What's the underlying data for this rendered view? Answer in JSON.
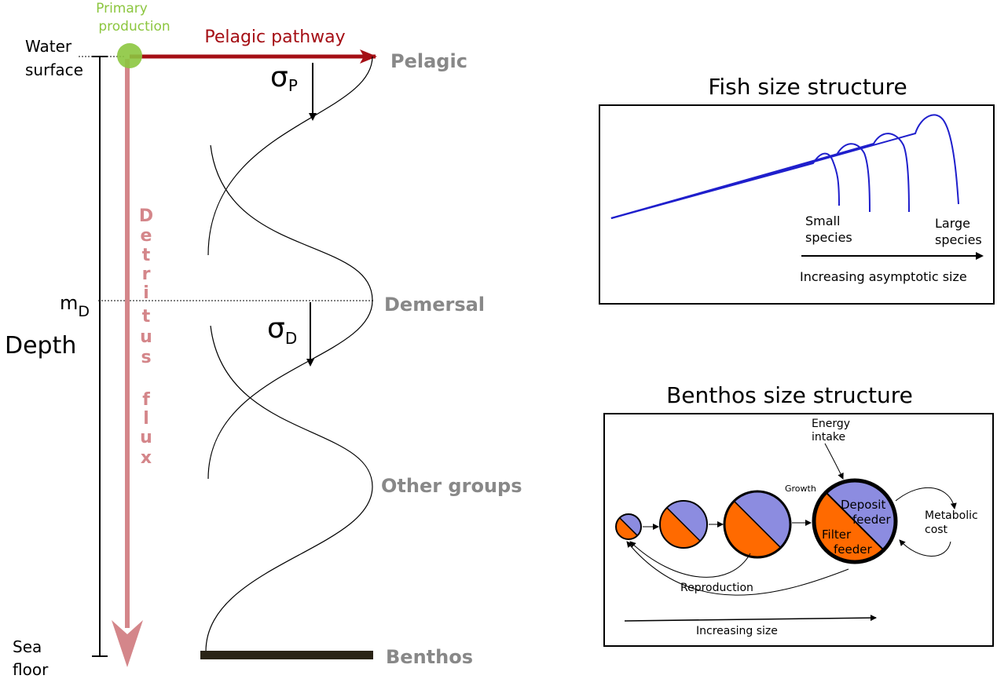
{
  "left": {
    "primary_production": [
      "Primary",
      "production"
    ],
    "pelagic_pathway": "Pelagic pathway",
    "water_surface": [
      "Water",
      "surface"
    ],
    "sea_floor": [
      "Sea",
      "floor"
    ],
    "depth": "Depth",
    "m_d": "m",
    "m_d_sub": "D",
    "sigma": "σ",
    "sigma_p_sub": "P",
    "sigma_d_sub": "D",
    "detritus_flux": [
      "D",
      "e",
      "t",
      "r",
      "i",
      "t",
      "u",
      "s",
      "f",
      "l",
      "u",
      "x"
    ],
    "labels": {
      "pelagic": "Pelagic",
      "demersal": "Demersal",
      "other_groups": "Other groups",
      "benthos": "Benthos"
    }
  },
  "fish": {
    "title": "Fish size structure",
    "small_species": [
      "Small",
      "species"
    ],
    "large_species": [
      "Large",
      "species"
    ],
    "axis_label": "Increasing asymptotic size"
  },
  "benthos": {
    "title": "Benthos size structure",
    "energy_intake": [
      "Energy",
      "intake"
    ],
    "growth": "Growth",
    "deposit_feeder": [
      "Deposit",
      "feeder"
    ],
    "filter_feeder": [
      "Filter",
      "feeder"
    ],
    "metabolic_cost": [
      "Metabolic",
      "cost"
    ],
    "reproduction": "Reproduction",
    "axis_label": "Increasing size"
  },
  "colors": {
    "green": "#8cc63f",
    "dark_red": "#a50f15",
    "pink": "#d4868a",
    "gray": "#888888",
    "blue_line": "#1f1fcc",
    "lavender": "#8c8ce0",
    "orange": "#ff6a00",
    "benthos_bar": "#2a2416"
  }
}
